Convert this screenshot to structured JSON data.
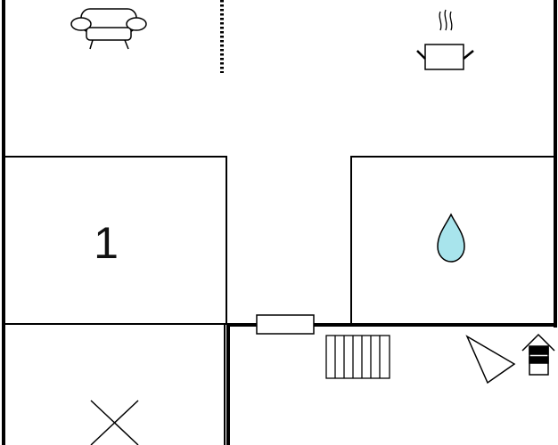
{
  "floor_plan": {
    "colors": {
      "wall": "#000000",
      "background": "#ffffff",
      "water_drop_fill": "#a8e4ec"
    },
    "rooms": [
      {
        "id": "living-kitchen",
        "label": "",
        "icons": [
          "sofa-icon",
          "cooking-pot-icon"
        ]
      },
      {
        "id": "bedroom",
        "label": "1",
        "icons": []
      },
      {
        "id": "bathroom",
        "label": "",
        "icons": [
          "water-drop-icon"
        ]
      },
      {
        "id": "storage",
        "label": "",
        "icons": [
          "cross-mark-icon"
        ]
      },
      {
        "id": "entrance-hall",
        "label": "",
        "icons": [
          "stairs-icon",
          "door-swing-icon",
          "entrance-arrow-icon"
        ]
      }
    ]
  }
}
